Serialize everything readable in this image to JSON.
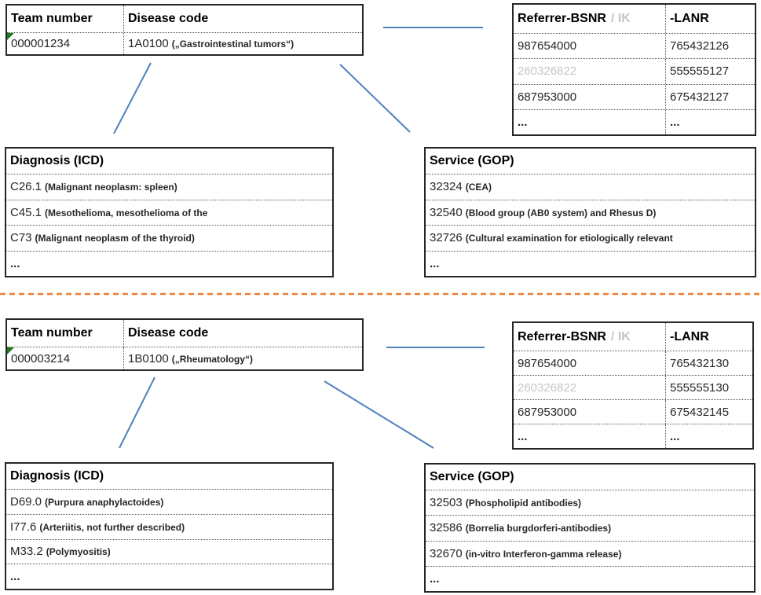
{
  "colors": {
    "connector_blue": "#4F81BD",
    "divider_orange": "#ED7D31",
    "muted_gray": "#C6C6C6",
    "marker_green": "#1E7A1E",
    "border_black": "#262626"
  },
  "sections": [
    {
      "team_table": {
        "headers": [
          "Team number",
          "Disease code"
        ],
        "team_number": "000001234",
        "disease_code": "1A0100",
        "disease_label": "(„Gastrointestinal tumors“)"
      },
      "referrer_table": {
        "header_bsnr": "Referrer-BSNR",
        "header_ik": "/ IK",
        "header_lanr": "-LANR",
        "rows": [
          {
            "bsnr": "987654000",
            "lanr": "765432126",
            "muted": false
          },
          {
            "bsnr": "260326822",
            "lanr": "555555127",
            "muted": true
          },
          {
            "bsnr": "687953000",
            "lanr": "675432127",
            "muted": false
          },
          {
            "bsnr": "...",
            "lanr": "...",
            "muted": false
          }
        ]
      },
      "diagnosis_table": {
        "title": "Diagnosis (ICD)",
        "rows": [
          {
            "code": "C26.1",
            "desc": "(Malignant neoplasm: spleen)"
          },
          {
            "code": "C45.1",
            "desc": "(Mesothelioma, mesothelioma of the"
          },
          {
            "code": "C73",
            "desc": "(Malignant neoplasm of the thyroid)"
          },
          {
            "code": "...",
            "desc": ""
          }
        ]
      },
      "service_table": {
        "title": "Service (GOP)",
        "rows": [
          {
            "code": "32324",
            "desc": "(CEA)"
          },
          {
            "code": "32540",
            "desc": "(Blood group (AB0 system) and Rhesus D)"
          },
          {
            "code": "32726",
            "desc": "(Cultural examination for etiologically relevant"
          },
          {
            "code": "...",
            "desc": ""
          }
        ]
      }
    },
    {
      "team_table": {
        "headers": [
          "Team number",
          "Disease code"
        ],
        "team_number": "000003214",
        "disease_code": "1B0100",
        "disease_label": "(„Rheumatology“)"
      },
      "referrer_table": {
        "header_bsnr": "Referrer-BSNR",
        "header_ik": "/ IK",
        "header_lanr": "-LANR",
        "rows": [
          {
            "bsnr": "987654000",
            "lanr": "765432130",
            "muted": false
          },
          {
            "bsnr": "260326822",
            "lanr": "555555130",
            "muted": true
          },
          {
            "bsnr": "687953000",
            "lanr": "675432145",
            "muted": false
          },
          {
            "bsnr": "...",
            "lanr": "...",
            "muted": false
          }
        ]
      },
      "diagnosis_table": {
        "title": "Diagnosis (ICD)",
        "rows": [
          {
            "code": "D69.0",
            "desc": "(Purpura anaphylactoides)"
          },
          {
            "code": "I77.6",
            "desc": "(Arteriitis, not further described)"
          },
          {
            "code": "M33.2",
            "desc": "(Polymyositis)"
          },
          {
            "code": "...",
            "desc": ""
          }
        ]
      },
      "service_table": {
        "title": "Service (GOP)",
        "rows": [
          {
            "code": "32503",
            "desc": "(Phospholipid antibodies)"
          },
          {
            "code": "32586",
            "desc": "(Borrelia burgdorferi-antibodies)"
          },
          {
            "code": "32670",
            "desc": "(in-vitro Interferon-gamma release)"
          },
          {
            "code": "...",
            "desc": ""
          }
        ]
      }
    }
  ]
}
